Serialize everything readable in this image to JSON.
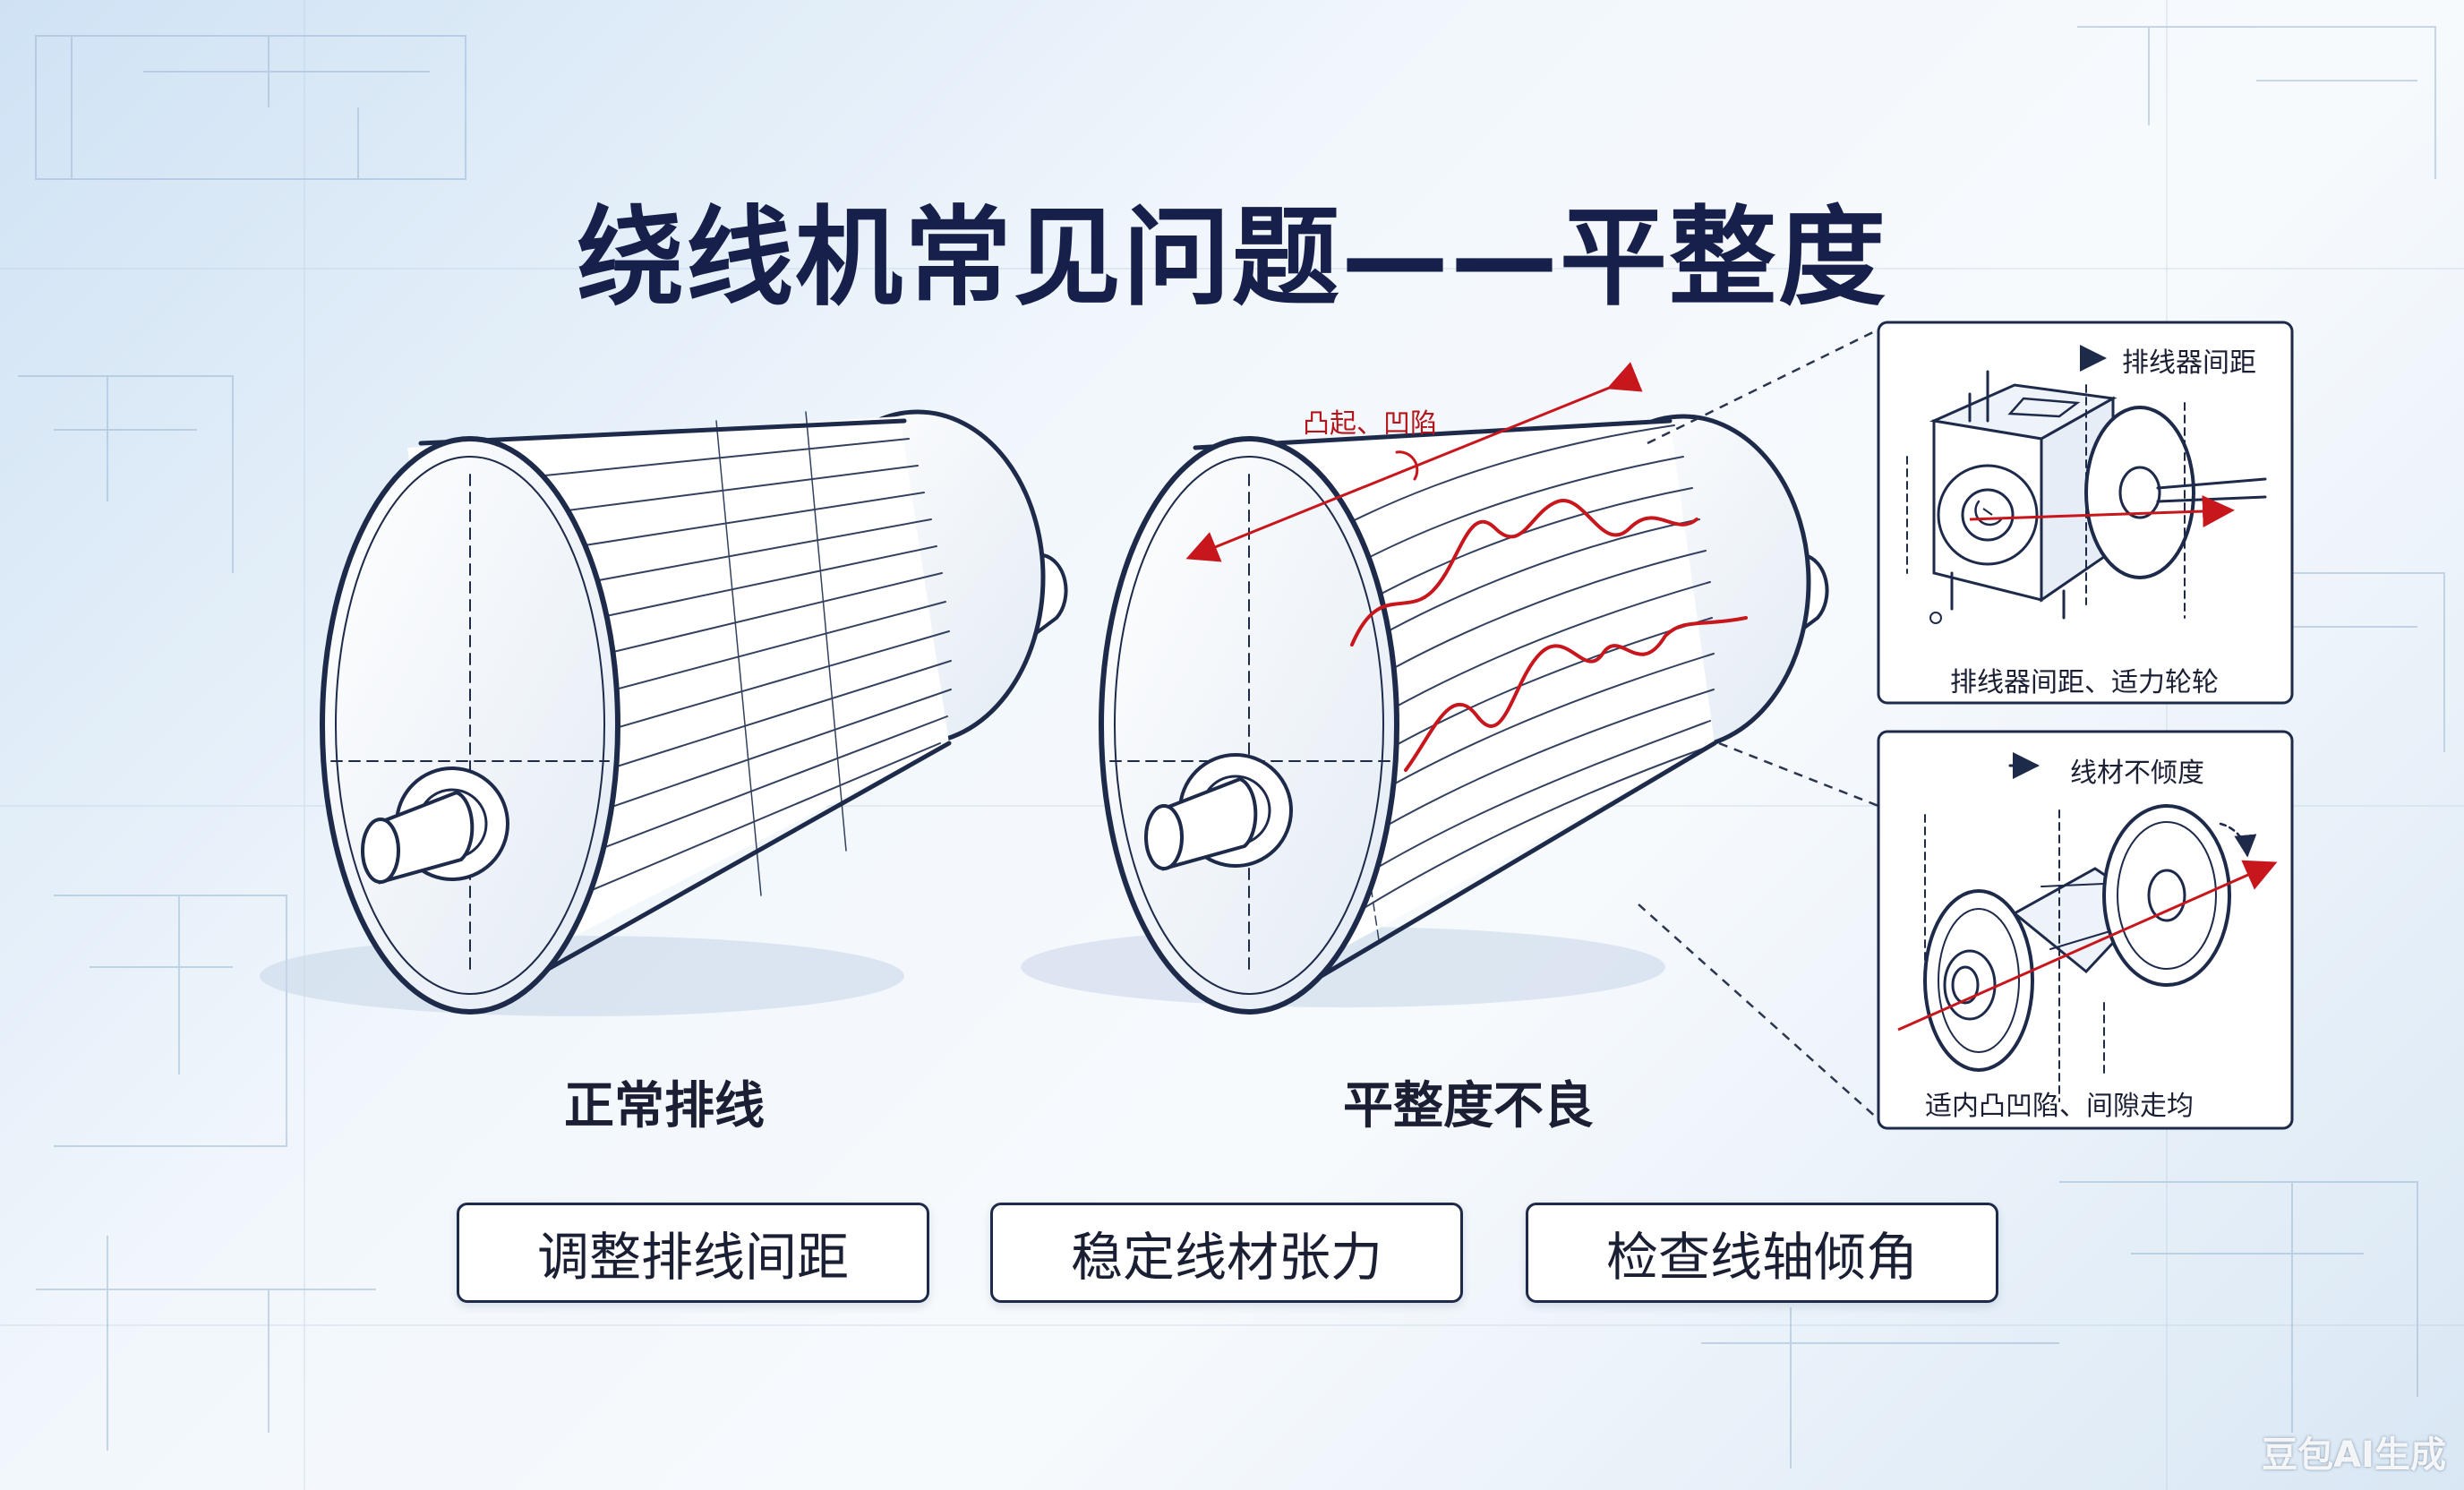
{
  "title": "绕线机常见问题——平整度",
  "annotation_bump": "凸起、凹陷",
  "normal": {
    "caption": "正常排线"
  },
  "defect": {
    "caption": "平整度不良"
  },
  "inset_top": {
    "label_top": "排线器间距",
    "label_bottom": "排线器间距、适力轮轮"
  },
  "inset_bottom": {
    "label_top": "线材不倾度",
    "label_bottom": "适内凸凹陷、间隙走均"
  },
  "remedies": [
    {
      "label": "调整排线间距"
    },
    {
      "label": "稳定线材张力"
    },
    {
      "label": "检查线轴倾角"
    }
  ],
  "watermark": "豆包AI生成",
  "colors": {
    "title": "#16204a",
    "line": "#1d2a4a",
    "defect_wave": "#c8161d",
    "background_accent": "#cfe2f4"
  },
  "icons": {
    "normal_spool": "wire-spool-icon",
    "defect_spool": "wire-spool-icon",
    "traverse_guide": "traverse-guide-icon",
    "tilted_spool": "tilted-spool-icon"
  }
}
